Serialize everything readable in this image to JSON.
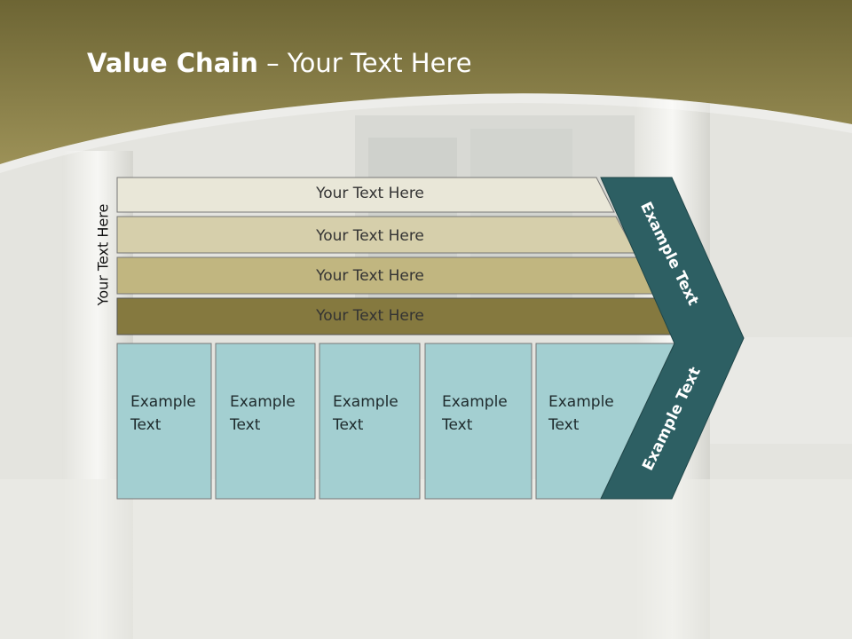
{
  "title": {
    "bold": "Value Chain",
    "rest": " – Your Text Here"
  },
  "side_label": "Your Text Here",
  "bars": [
    {
      "label": "Your Text Here",
      "color": "#e9e7d8"
    },
    {
      "label": "Your Text Here",
      "color": "#d6cfab"
    },
    {
      "label": "Your Text Here",
      "color": "#c1b680"
    },
    {
      "label": "Your Text Here",
      "color": "#85793f"
    }
  ],
  "boxes": [
    {
      "text": "Example\nText"
    },
    {
      "text": "Example\nText"
    },
    {
      "text": "Example\nText"
    },
    {
      "text": "Example\nText"
    },
    {
      "text": "Example\nText"
    }
  ],
  "chevron": {
    "upper": "Example Text",
    "lower": "Example Text",
    "color": "#2d5f63"
  },
  "colors": {
    "header": "#8a7f42",
    "box": "#a3cfd1"
  }
}
